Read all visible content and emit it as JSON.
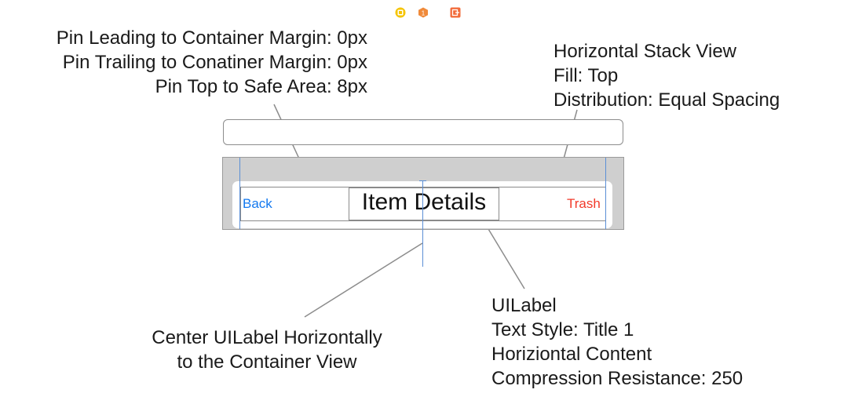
{
  "annotations": {
    "pins": [
      "Pin Leading to Container Margin: 0px",
      "Pin Trailing to Conatiner Margin: 0px",
      "Pin Top to Safe Area: 8px"
    ],
    "stack": [
      "Horizontal Stack View",
      "Fill: Top",
      "Distribution: Equal Spacing"
    ],
    "center": [
      "Center UILabel Horizontally",
      "to the Container View"
    ],
    "label": [
      "UILabel",
      "Text Style: Title 1",
      "Horiziontal Content",
      "Compression Resistance: 250"
    ]
  },
  "scene": {
    "back_label": "Back",
    "title_label": "Item Details",
    "trash_label": "Trash"
  },
  "dock_icons": [
    "view-controller-icon",
    "first-responder-icon",
    "exit-icon"
  ],
  "colors": {
    "back": "#1479ef",
    "trash": "#f23a2a",
    "guide": "#5b8fd6",
    "view_controller_icon": "#f5c400",
    "first_responder_icon": "#f08a3a",
    "exit_icon": "#f26b3a"
  }
}
